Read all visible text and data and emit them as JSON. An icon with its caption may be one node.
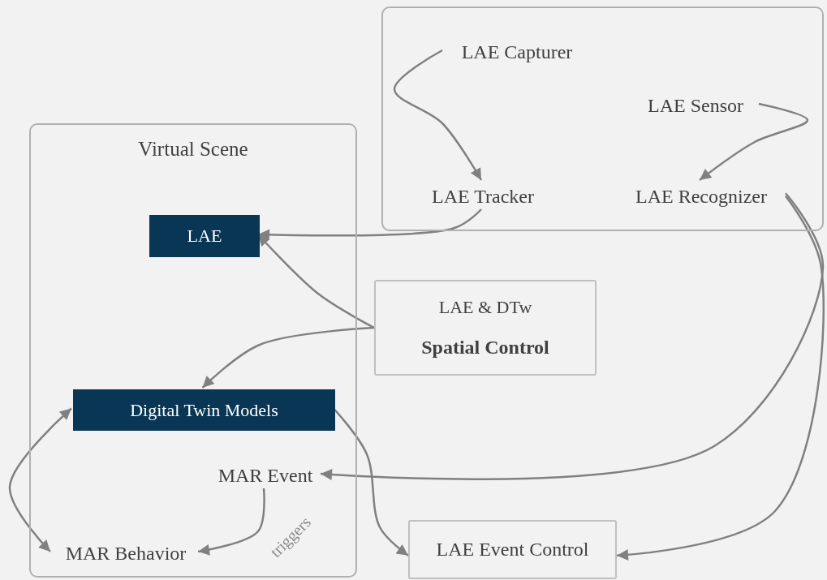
{
  "diagram": {
    "nodes": [
      {
        "text": [],
        "shape": "box"
      },
      {
        "text": [
          "LAE Capturer"
        ],
        "in": 0
      },
      {
        "text": [
          "LAE Sensor"
        ],
        "in": 0
      },
      {
        "text": [
          "LAE Tracker"
        ],
        "in": 0
      },
      {
        "text": [
          "LAE Recognizer"
        ],
        "in": 0
      },
      {
        "text": [
          "Virtual Scene"
        ]
      },
      {
        "text": [
          "LAE"
        ],
        "in": 5
      },
      {
        "text": [
          "LAE & DTw",
          "Spatial Control"
        ]
      },
      {
        "text": [
          "Digital Twin Models"
        ],
        "in": 5
      },
      {
        "text": [
          "MAR Event"
        ],
        "in": 5
      },
      {
        "text": [
          "MAR Behavior"
        ],
        "in": 5
      },
      {
        "text": [
          "LAE Event Control"
        ]
      }
    ],
    "edges": [
      {
        "from": 1,
        "to": 3,
        "arrow": "to"
      },
      {
        "from": 2,
        "to": 4,
        "arrow": "to"
      },
      {
        "from": 3,
        "to": 6,
        "arrow": "to"
      },
      {
        "from": 7,
        "to": 6,
        "arrow": "to"
      },
      {
        "from": 7,
        "to": 8,
        "arrow": "to"
      },
      {
        "from": 8,
        "to": 10,
        "arrow": "both"
      },
      {
        "from": 8,
        "to": 11,
        "arrow": "to"
      },
      {
        "from": 4,
        "to": 9,
        "arrow": "to"
      },
      {
        "from": 4,
        "to": 11,
        "arrow": "to"
      },
      {
        "from": 9,
        "to": 10,
        "arrow": "to",
        "label": "triggers"
      }
    ]
  }
}
